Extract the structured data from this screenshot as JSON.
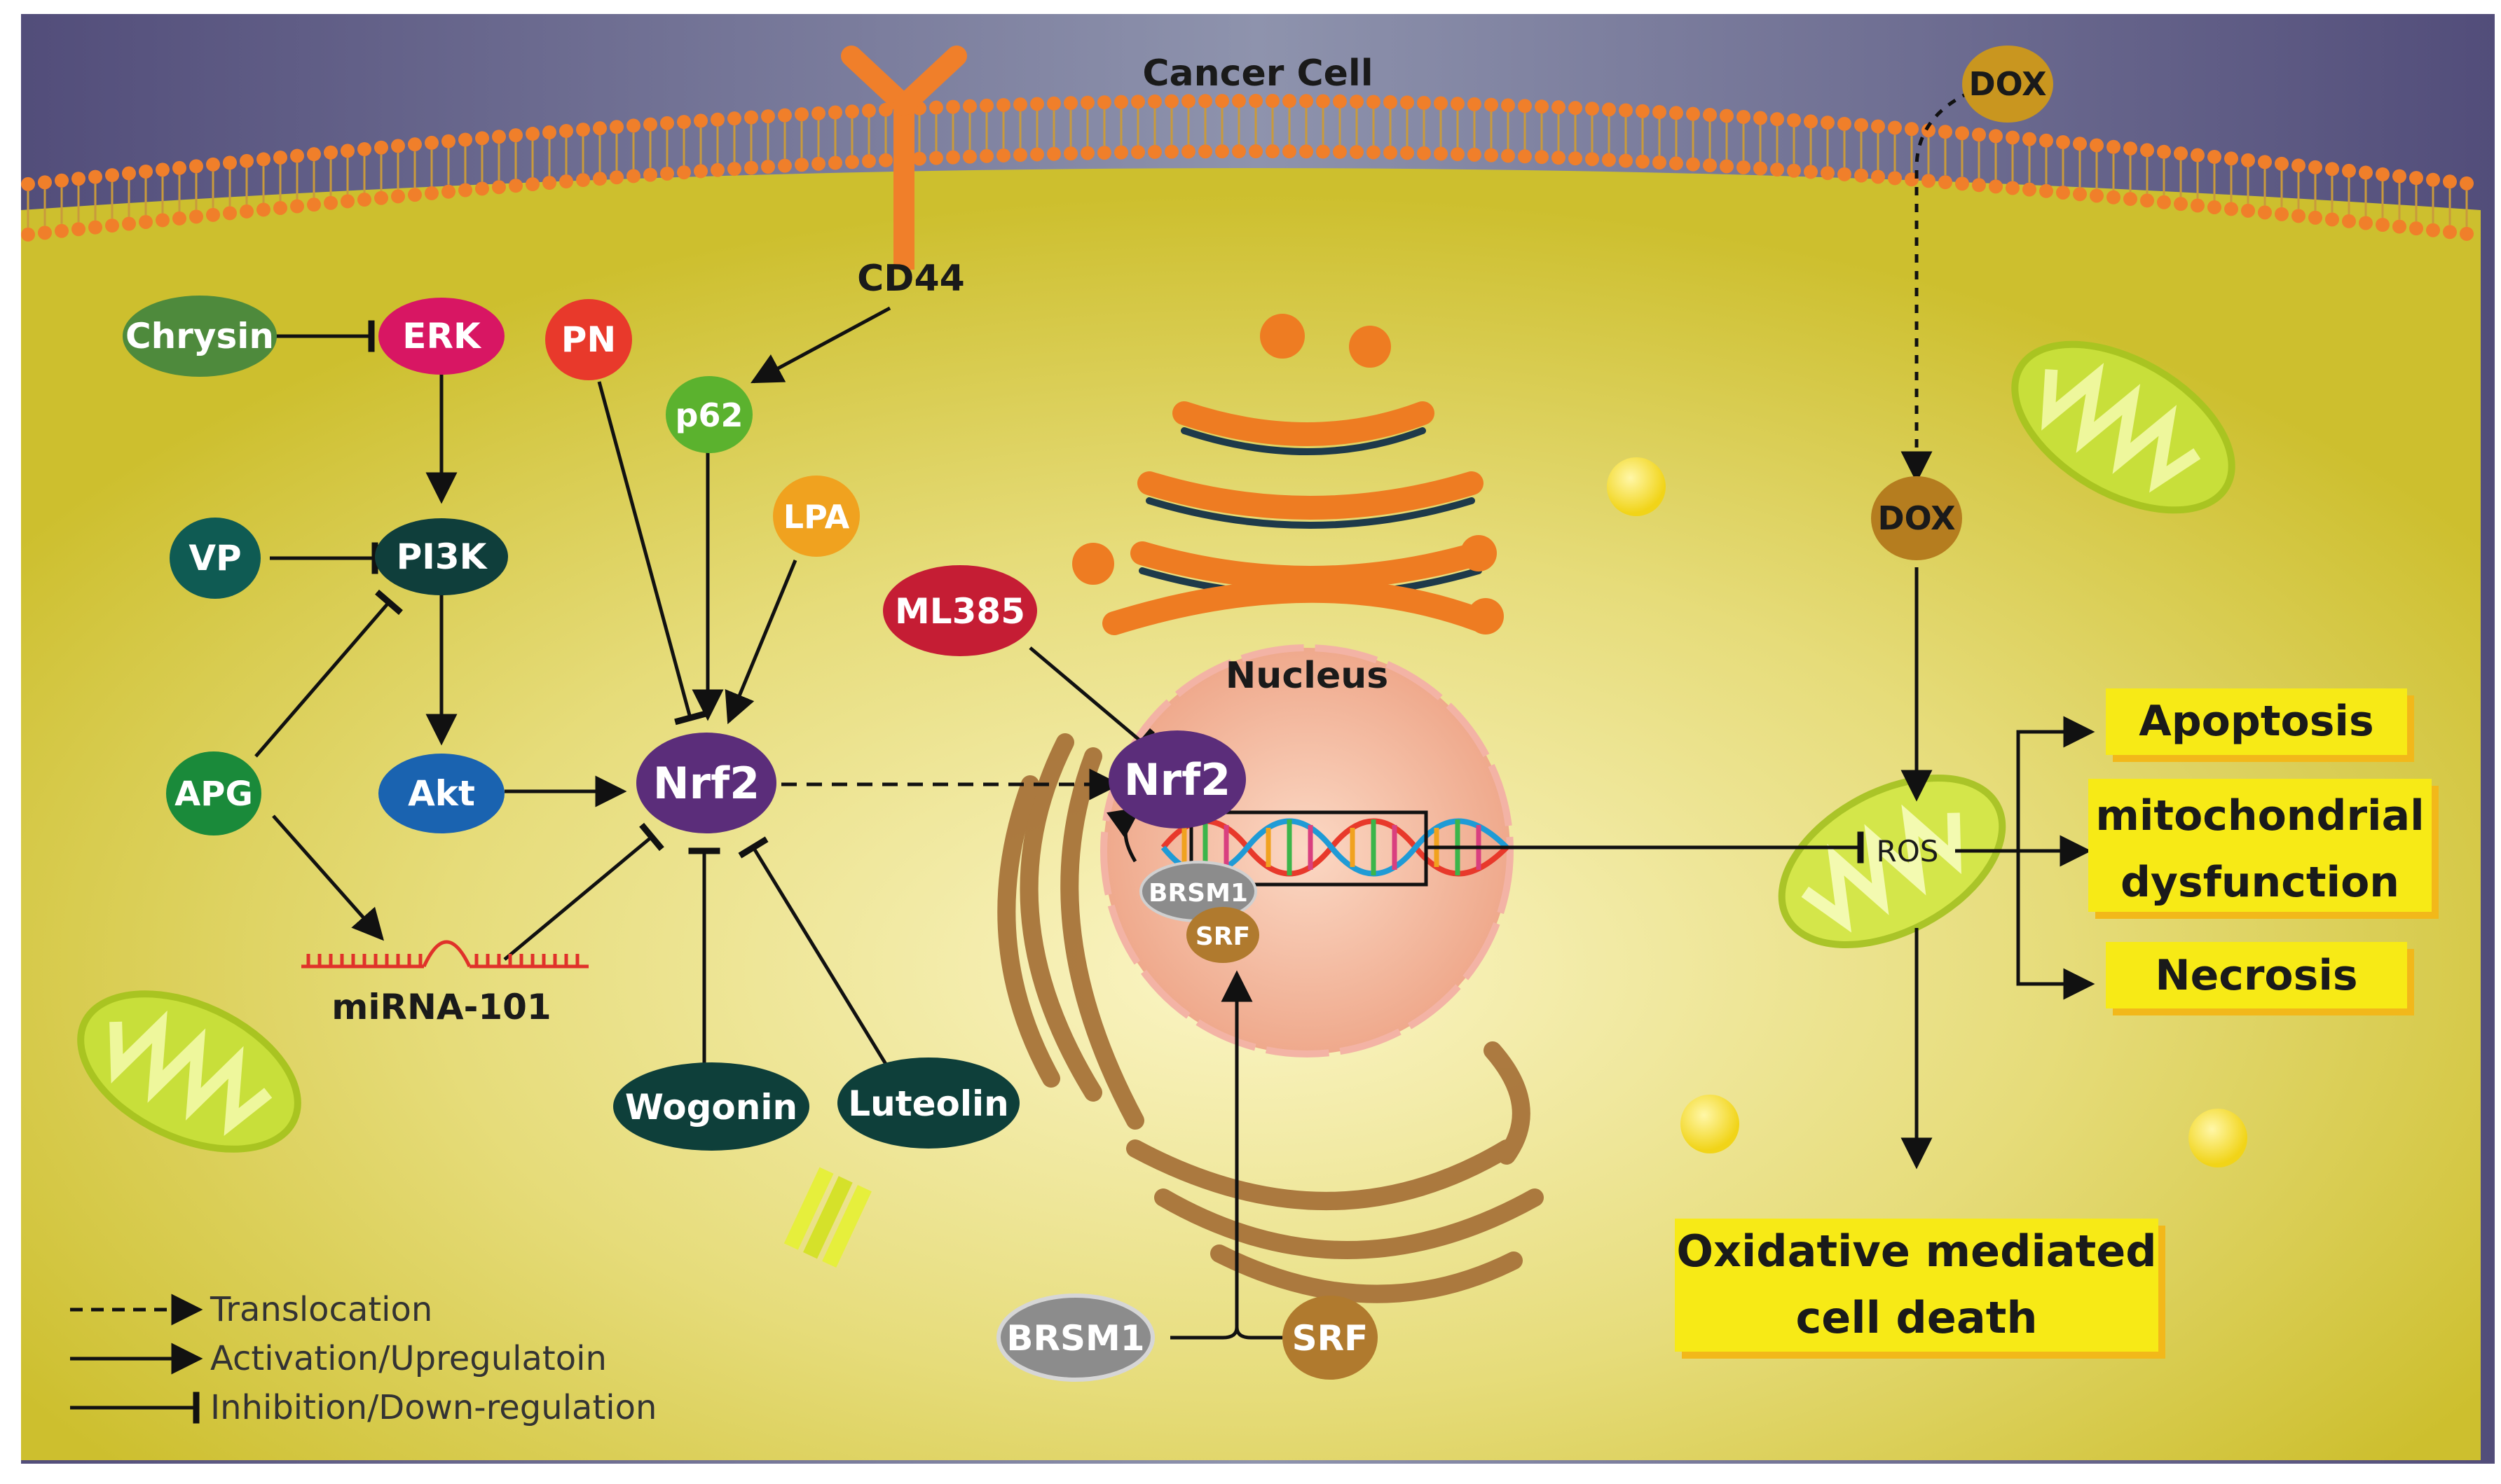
{
  "title": "Cancer Cell",
  "receptor": "CD44",
  "nucleus_label": "Nucleus",
  "nodes": {
    "chrysin": "Chrysin",
    "erk": "ERK",
    "pn": "PN",
    "p62": "p62",
    "vp": "VP",
    "pi3k": "PI3K",
    "lpa": "LPA",
    "apg": "APG",
    "akt": "Akt",
    "nrf2_cyto": "Nrf2",
    "ml385": "ML385",
    "nrf2_nuc": "Nrf2",
    "brsm1_nuc": "BRSM1",
    "srf_nuc": "SRF",
    "mirna": "miRNA-101",
    "wogonin": "Wogonin",
    "luteolin": "Luteolin",
    "brsm1_bottom": "BRSM1",
    "srf_bottom": "SRF",
    "dox_top": "DOX",
    "dox_mid": "DOX",
    "ros": "ROS"
  },
  "outcomes": {
    "apoptosis": "Apoptosis",
    "mito_line1": "mitochondrial",
    "mito_line2": "dysfunction",
    "necrosis": "Necrosis",
    "death_line1": "Oxidative mediated",
    "death_line2": "cell death"
  },
  "legend": {
    "translocation": "Translocation",
    "activation": "Activation/Upregulatoin",
    "inhibition": "Inhibition/Down-regulation"
  },
  "colors": {
    "membrane_top": "#5a5a82",
    "cytoplasm": "#d8cc45",
    "phospholipid": "#f07f2a",
    "nrf2": "#5b2d7a",
    "outcome_box": "#f7ea16"
  }
}
